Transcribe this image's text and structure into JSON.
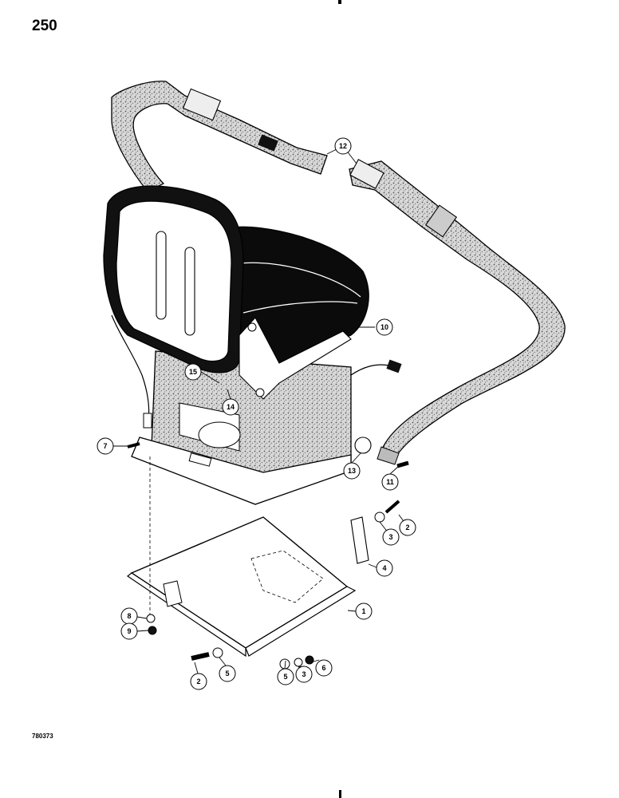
{
  "page": {
    "number": "250",
    "doc_code": "780373"
  },
  "callouts": [
    {
      "id": "c1",
      "label": "1"
    },
    {
      "id": "c2a",
      "label": "2"
    },
    {
      "id": "c2b",
      "label": "2"
    },
    {
      "id": "c3a",
      "label": "3"
    },
    {
      "id": "c3b",
      "label": "3"
    },
    {
      "id": "c4",
      "label": "4"
    },
    {
      "id": "c5a",
      "label": "5"
    },
    {
      "id": "c5b",
      "label": "5"
    },
    {
      "id": "c6",
      "label": "6"
    },
    {
      "id": "c7",
      "label": "7"
    },
    {
      "id": "c8",
      "label": "8"
    },
    {
      "id": "c9",
      "label": "9"
    },
    {
      "id": "c10",
      "label": "10"
    },
    {
      "id": "c11",
      "label": "11"
    },
    {
      "id": "c12",
      "label": "12"
    },
    {
      "id": "c13",
      "label": "13"
    },
    {
      "id": "c14",
      "label": "14"
    },
    {
      "id": "c15",
      "label": "15"
    }
  ]
}
